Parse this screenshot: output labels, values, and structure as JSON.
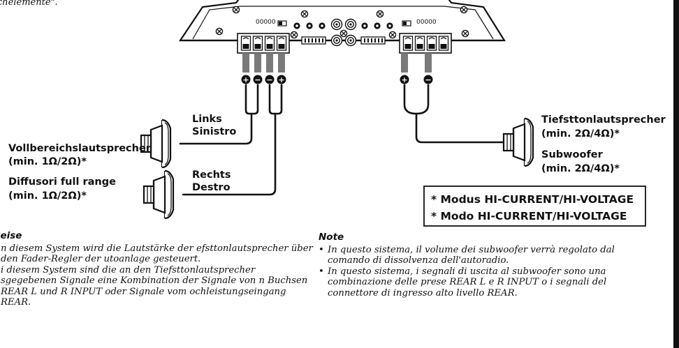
{
  "top_fragment": "chelemente\".",
  "amplifier": {
    "indicator_text": "00000"
  },
  "terminal_signs": {
    "plus": "+",
    "minus": "−"
  },
  "left_channels": {
    "line1": "Links",
    "line2": "Sinistro",
    "line3": "Rechts",
    "line4": "Destro"
  },
  "full_range_labels": {
    "de_line1": "Vollbereichslautsprecher",
    "de_line2": "(min. 1Ω/2Ω)*",
    "it_line1": "Diffusori full range",
    "it_line2": "(min. 1Ω/2Ω)*"
  },
  "subwoofer_labels": {
    "de_line1": "Tiefsttonlautsprecher",
    "de_line2": "(min. 2Ω/4Ω)*",
    "it_line1": "Subwoofer",
    "it_line2": "(min. 2Ω/4Ω)*"
  },
  "mode_box": {
    "line1": "* Modus HI-CURRENT/HI-VOLTAGE",
    "line2": "* Modo HI-CURRENT/HI-VOLTAGE"
  },
  "note_de": {
    "title": "weise",
    "items": [
      "n diesem System wird die Lautstärke der efsttonlautsprecher über den Fader-Regler der utoanlage gesteuert.",
      "i diesem System sind die an den Tiefsttonlautsprecher sgegebenen Signale eine Kombination der Signale von n Buchsen REAR L und R INPUT oder Signale vom ochleistungseingang REAR."
    ]
  },
  "note_it": {
    "title": "Note",
    "items": [
      "In questo sistema, il volume dei subwoofer verrà regolato dal comando di dissolvenza dell'autoradio.",
      "In questo sistema, i segnali di uscita al subwoofer sono una combinazione delle prese REAR L e R INPUT o i segnali del connettore di ingresso alto livello REAR."
    ]
  },
  "colors": {
    "line": "#111111",
    "plug_gray": "#7a7a7a",
    "background": "#ffffff"
  }
}
